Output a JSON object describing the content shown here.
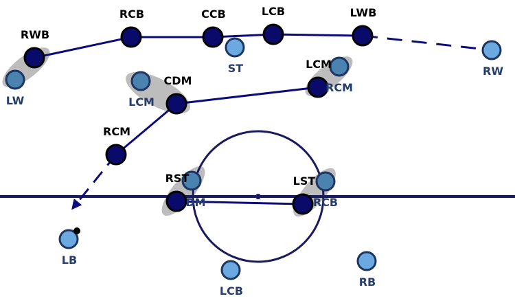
{
  "colors": {
    "pitch_line": "#1a1a5e",
    "pass_line": "#0b0b7a",
    "dark_player_fill": "#0a0a6b",
    "dark_player_stroke": "#000000",
    "dark_label": "#000000",
    "light_player_fill": "#6aaae0",
    "mid_player_fill": "#4a82b0",
    "light_player_stroke": "#1f3560",
    "light_label": "#263d6e",
    "pair_ellipse": "#bdbdbd",
    "ball": "#000000"
  },
  "team_dark": [
    {
      "id": "rwb",
      "label": "RWB"
    },
    {
      "id": "rcb",
      "label": "RCB"
    },
    {
      "id": "ccb",
      "label": "CCB"
    },
    {
      "id": "lcb",
      "label": "LCB"
    },
    {
      "id": "lwb",
      "label": "LWB"
    },
    {
      "id": "cdm",
      "label": "CDM"
    },
    {
      "id": "lcm",
      "label": "LCM"
    },
    {
      "id": "rcm",
      "label": "RCM"
    },
    {
      "id": "rst",
      "label": "RST"
    },
    {
      "id": "lst",
      "label": "LST"
    }
  ],
  "team_light": [
    {
      "id": "lw",
      "label": "LW"
    },
    {
      "id": "st",
      "label": "ST"
    },
    {
      "id": "rw",
      "label": "RW"
    },
    {
      "id": "lcm",
      "label": "LCM"
    },
    {
      "id": "rcm",
      "label": "RCM"
    },
    {
      "id": "dm",
      "label": "DM"
    },
    {
      "id": "rcb",
      "label": "RCB"
    },
    {
      "id": "lb",
      "label": "LB"
    },
    {
      "id": "lcb",
      "label": "LCB"
    },
    {
      "id": "rb",
      "label": "RB"
    }
  ]
}
